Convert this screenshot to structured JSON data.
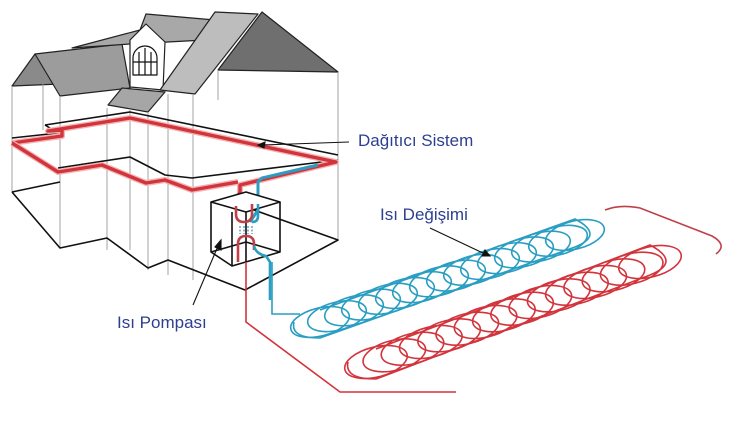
{
  "diagram": {
    "title": "Ground source heat pump system",
    "labels": {
      "distribution": "Dağıtıcı Sistem",
      "heat_exchange": "Isı Değişimi",
      "heat_pump": "Isı Pompası"
    },
    "colors": {
      "label_text": "#2d3f8f",
      "hot_pipe": "#d2343c",
      "cold_pipe": "#2a9ec2",
      "roof_dark": "#7a7a7a",
      "roof_mid": "#9a9a9a",
      "roof_light": "#b8b8b8",
      "outline": "#1a1a1a"
    },
    "ground_loop": {
      "cold_coil_turns": 16,
      "hot_coil_turns": 16
    }
  }
}
